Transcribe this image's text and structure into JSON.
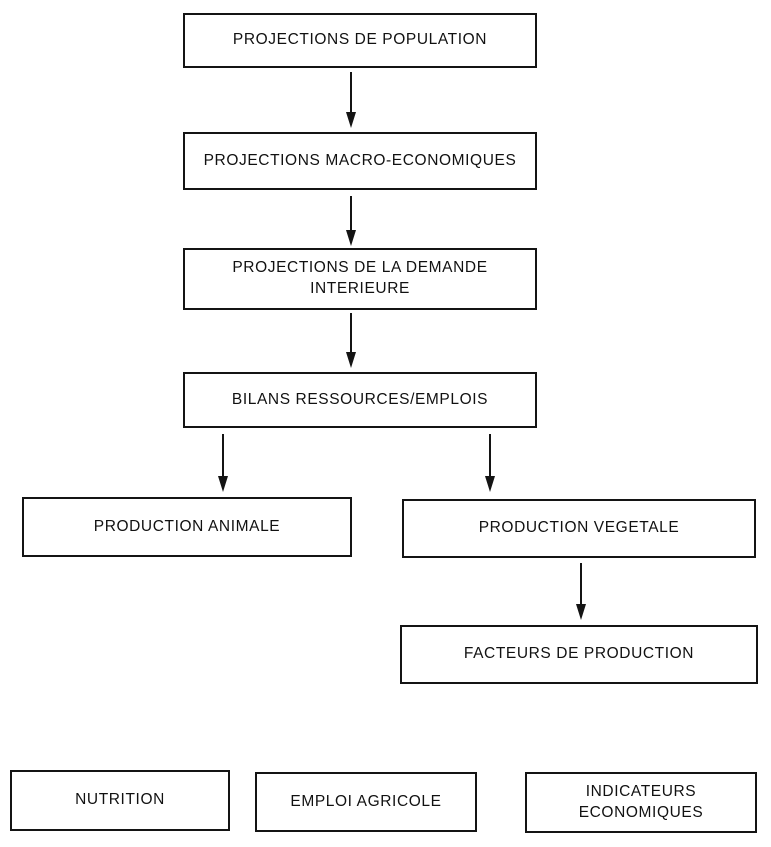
{
  "diagram": {
    "type": "flowchart",
    "colors": {
      "ink": "#141414",
      "background": "#ffffff"
    },
    "nodes": [
      {
        "id": "population",
        "label": "PROJECTIONS DE POPULATION"
      },
      {
        "id": "macro",
        "label": "PROJECTIONS MACRO-ECONOMIQUES"
      },
      {
        "id": "demande",
        "label": "PROJECTIONS DE LA DEMANDE INTERIEURE"
      },
      {
        "id": "bilans",
        "label": "BILANS RESSOURCES/EMPLOIS"
      },
      {
        "id": "animale",
        "label": "PRODUCTION ANIMALE"
      },
      {
        "id": "vegetale",
        "label": "PRODUCTION VEGETALE"
      },
      {
        "id": "facteurs",
        "label": "FACTEURS DE PRODUCTION"
      },
      {
        "id": "nutrition",
        "label": "NUTRITION"
      },
      {
        "id": "emploi",
        "label": "EMPLOI AGRICOLE"
      },
      {
        "id": "indicateurs",
        "label": "INDICATEURS ECONOMIQUES"
      }
    ],
    "edges": [
      {
        "from": "population",
        "to": "macro"
      },
      {
        "from": "macro",
        "to": "demande"
      },
      {
        "from": "demande",
        "to": "bilans"
      },
      {
        "from": "bilans",
        "to": "animale"
      },
      {
        "from": "bilans",
        "to": "vegetale"
      },
      {
        "from": "vegetale",
        "to": "facteurs"
      }
    ]
  }
}
